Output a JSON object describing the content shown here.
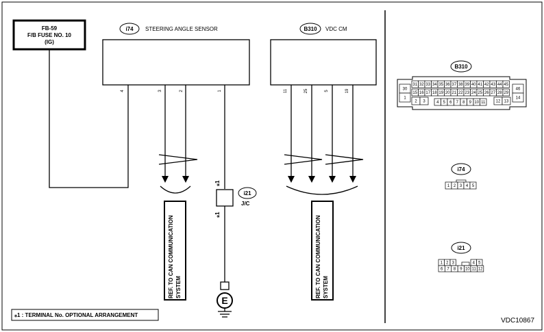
{
  "fuse": {
    "line1": "FB-59",
    "line2": "F/B FUSE NO. 10",
    "line3": "(IG)"
  },
  "sensor": {
    "code": "i74",
    "title": "STEERING ANGLE SENSOR",
    "pins": [
      "4",
      "3",
      "2",
      "1"
    ]
  },
  "vdc": {
    "code": "B310",
    "title": "VDC CM",
    "pins": [
      "11",
      "25",
      "5",
      "19"
    ]
  },
  "jc": {
    "code": "i21",
    "label": "J/C",
    "mark": "⁎1"
  },
  "ground": {
    "symbol": "E"
  },
  "ref_labels": [
    "REF. TO CAN COMMUNICATION SYSTEM",
    "REF. TO CAN COMMUNICATION SYSTEM"
  ],
  "footnote": "⁎1  : TERMINAL No. OPTIONAL ARRANGEMENT",
  "figure_id": "VDC10867",
  "connectors": {
    "b310": {
      "code": "B310",
      "top_row": [
        "31",
        "32",
        "33",
        "34",
        "35",
        "36",
        "37",
        "38",
        "39",
        "40",
        "41",
        "42",
        "43",
        "44",
        "45"
      ],
      "mid_row": [
        "15",
        "16",
        "17",
        "18",
        "19",
        "20",
        "21",
        "22",
        "23",
        "24",
        "25",
        "26",
        "27",
        "28",
        "29"
      ],
      "bottom_left": [
        "2",
        "3"
      ],
      "bottom_mid": [
        "4",
        "5",
        "6",
        "7",
        "8",
        "9",
        "10",
        "11"
      ],
      "bottom_right": [
        "12",
        "13"
      ],
      "left_pins": [
        "30",
        "1"
      ],
      "right_pins": [
        "46",
        "14"
      ]
    },
    "i74": {
      "code": "i74",
      "pins": [
        "1",
        "2",
        "3",
        "4",
        "5"
      ]
    },
    "i21": {
      "code": "i21",
      "top_row": [
        "1",
        "2",
        "3",
        "4",
        "5"
      ],
      "bottom_row": [
        "6",
        "7",
        "8",
        "9",
        "10",
        "11",
        "12"
      ]
    }
  }
}
